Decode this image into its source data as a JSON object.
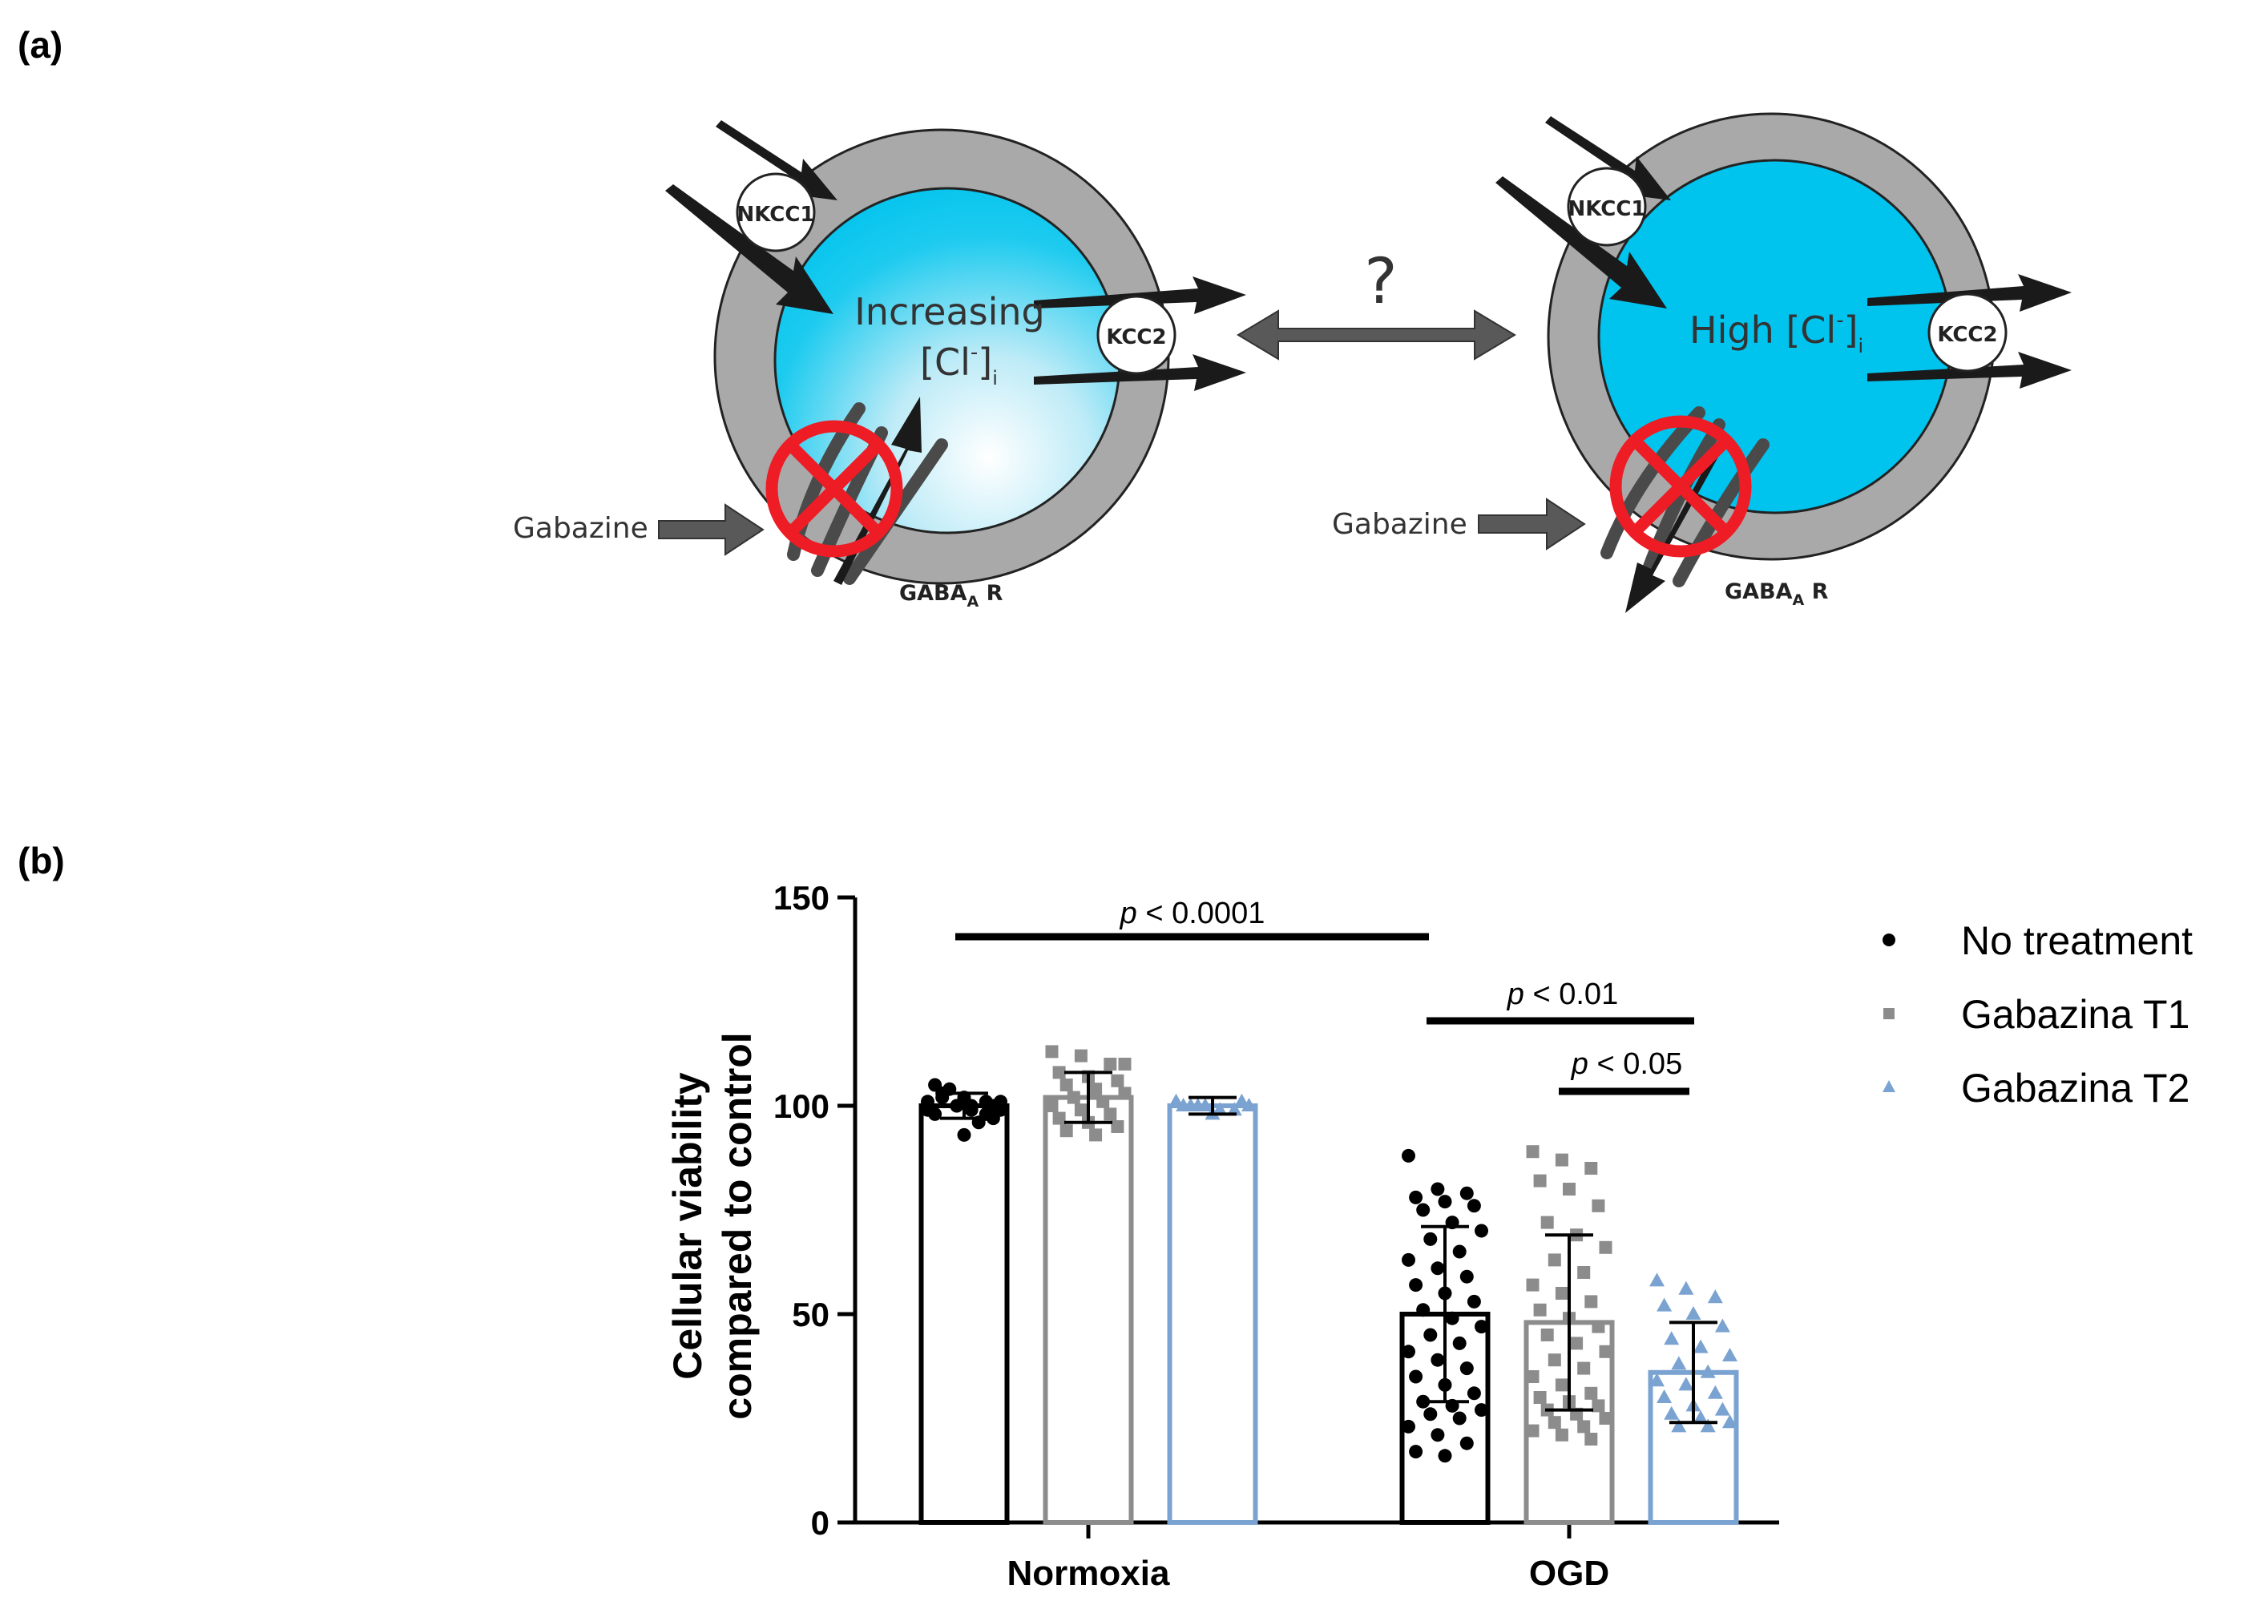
{
  "panels": {
    "a": "(a)",
    "b": "(b)"
  },
  "diagram": {
    "left_cell": {
      "state_line1": "Increasing",
      "state_line2_main": "[Cl",
      "state_line2_sup": "-",
      "state_line2_close": "]",
      "state_line2_sub": "i"
    },
    "right_cell": {
      "state_main": "High [Cl",
      "state_sup": "-",
      "state_close": "]",
      "state_sub": "i"
    },
    "transporters": {
      "nkcc1": "NKCC1",
      "kcc2": "KCC2"
    },
    "receptor": {
      "main": "GABA",
      "sub": "A",
      "suffix": " R"
    },
    "drug": "Gabazine",
    "question": "?",
    "colors": {
      "membrane": "#a9a9aa",
      "cytoplasm": "#00c3ee",
      "block": "#ee1c25",
      "arrow": "#1a1a1a",
      "grey_arrow": "#595959"
    }
  },
  "chart_data": {
    "type": "bar",
    "categories": [
      "Normoxia",
      "OGD"
    ],
    "ylabel_line1": "Cellular viability",
    "ylabel_line2": "compared to control",
    "ylim": [
      0,
      150
    ],
    "yticks": [
      "0",
      "50",
      "100",
      "150"
    ],
    "series": [
      {
        "name": "No treatment",
        "color": "#000000",
        "marker": "circle",
        "values": [
          100,
          50
        ],
        "sd": [
          3,
          21
        ],
        "points": [
          [
            99,
            100,
            101,
            98,
            102,
            97,
            103,
            100,
            99,
            104,
            96,
            101,
            100,
            98,
            105,
            93,
            100,
            102,
            99,
            101
          ],
          [
            88,
            80,
            79,
            78,
            77,
            76,
            75,
            72,
            70,
            68,
            65,
            63,
            61,
            59,
            57,
            55,
            53,
            51,
            49,
            47,
            45,
            43,
            41,
            39,
            37,
            35,
            33,
            31,
            29,
            28,
            27,
            26,
            25,
            23,
            21,
            19,
            17,
            16
          ]
        ]
      },
      {
        "name": "Gabazina T1",
        "color": "#8c8c8c",
        "marker": "square",
        "values": [
          102,
          48
        ],
        "sd": [
          6,
          21
        ],
        "points": [
          [
            113,
            112,
            110,
            108,
            107,
            106,
            105,
            104,
            103,
            102,
            101,
            100,
            99,
            98,
            97,
            96,
            95,
            94,
            93,
            110
          ],
          [
            89,
            87,
            85,
            82,
            80,
            76,
            72,
            69,
            66,
            63,
            60,
            57,
            55,
            53,
            51,
            49,
            47,
            45,
            43,
            41,
            39,
            37,
            35,
            33,
            31,
            30,
            29,
            28,
            27,
            26,
            25,
            24,
            23,
            22,
            21,
            20
          ]
        ]
      },
      {
        "name": "Gabazina T2",
        "color": "#7ba3d1",
        "marker": "triangle",
        "values": [
          100,
          36
        ],
        "sd": [
          2,
          12
        ],
        "points": [
          [
            101,
            100,
            99,
            100,
            98,
            101,
            100,
            99,
            100,
            100
          ],
          [
            58,
            56,
            54,
            52,
            50,
            47,
            44,
            42,
            40,
            38,
            36,
            34,
            33,
            31,
            30,
            28,
            27,
            26,
            25,
            24,
            23,
            23
          ]
        ]
      }
    ],
    "significance": [
      {
        "label_p": "p",
        "label_rest": " < 0.0001"
      },
      {
        "label_p": "p",
        "label_rest": " < 0.01"
      },
      {
        "label_p": "p",
        "label_rest": " < 0.05"
      }
    ]
  }
}
